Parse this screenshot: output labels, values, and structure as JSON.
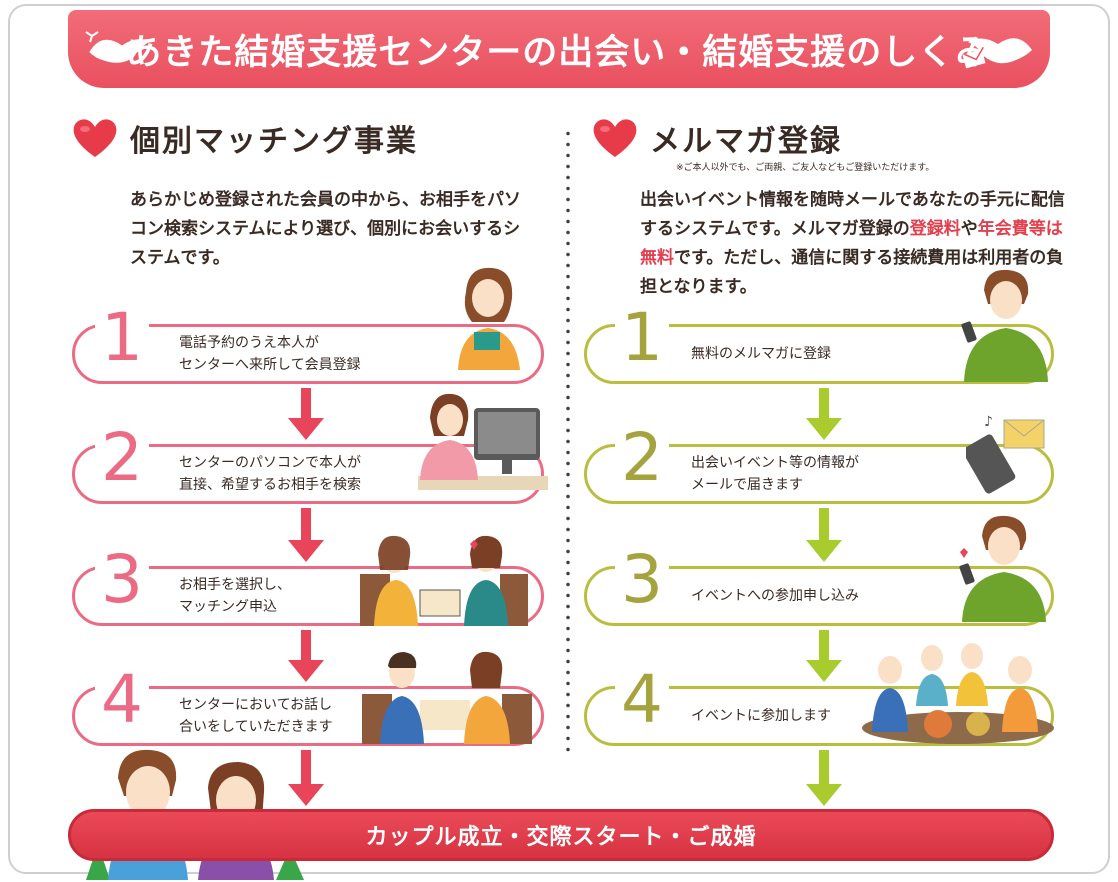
{
  "banner": {
    "title": "あきた結婚支援センターの出会い・結婚支援のしくみ"
  },
  "left": {
    "title": "個別マッチング事業",
    "description": "あらかじめ登録された会員の中から、お相手をパソコン検索システムにより選び、個別にお会いするシステムです。",
    "steps": [
      {
        "num": "1",
        "text": "電話予約のうえ本人が\nセンターへ来所して会員登録"
      },
      {
        "num": "2",
        "text": "センターのパソコンで本人が\n直接、希望するお相手を検索"
      },
      {
        "num": "3",
        "text": "お相手を選択し、\nマッチング申込"
      },
      {
        "num": "4",
        "text": "センターにおいてお話し\n合いをしていただきます"
      }
    ]
  },
  "right": {
    "title": "メルマガ登録",
    "note": "※ご本人以外でも、ご両親、ご友人などもご登録いただけます。",
    "description": {
      "part1": "出会いイベント情報を随時メールであなたの手元に配信するシステムです。メルマガ登録の",
      "red1": "登録料",
      "part2": "や",
      "red2": "年会費等は無料",
      "part3": "です。ただし、通信に関する接続費用は利用者の負担となります。"
    },
    "steps": [
      {
        "num": "1",
        "text": "無料のメルマガに登録"
      },
      {
        "num": "2",
        "text": "出会いイベント等の情報が\nメールで届きます"
      },
      {
        "num": "3",
        "text": "イベントへの参加申し込み"
      },
      {
        "num": "4",
        "text": "イベントに参加します"
      }
    ]
  },
  "result": {
    "text": "カップル成立・交際スタート・ご成婚"
  },
  "colors": {
    "banner": "#ea5766",
    "pink": "#ec6b84",
    "olive": "#b9be3f",
    "arrow_pink": "#e9455a",
    "arrow_green": "#a8cc2e",
    "result": "#dc3a49"
  }
}
